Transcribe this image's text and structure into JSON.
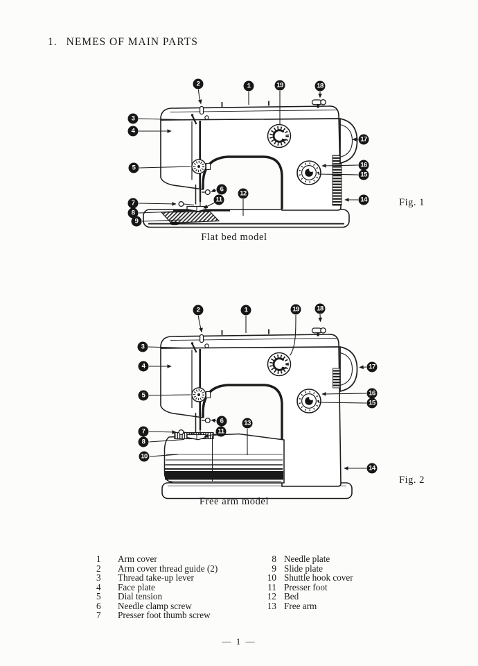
{
  "page": {
    "title_number": "1.",
    "title_text": "NEMES OF MAIN PARTS",
    "page_number": "— 1 —"
  },
  "figures": [
    {
      "label": "Fig. 1",
      "caption": "Flat bed model",
      "callouts": [
        "2",
        "1",
        "19",
        "18",
        "3",
        "4",
        "5",
        "6",
        "11",
        "12",
        "7",
        "8",
        "9",
        "17",
        "16",
        "15",
        "14"
      ]
    },
    {
      "label": "Fig. 2",
      "caption": "Free arm model",
      "callouts": [
        "2",
        "1",
        "19",
        "18",
        "3",
        "4",
        "5",
        "6",
        "11",
        "13",
        "7",
        "8",
        "10",
        "17",
        "16",
        "15",
        "14"
      ]
    }
  ],
  "parts_list": {
    "left": [
      {
        "num": "1",
        "name": "Arm cover"
      },
      {
        "num": "2",
        "name": "Arm cover thread guide (2)"
      },
      {
        "num": "3",
        "name": "Thread take-up lever"
      },
      {
        "num": "4",
        "name": "Face plate"
      },
      {
        "num": "5",
        "name": "Dial tension"
      },
      {
        "num": "6",
        "name": "Needle clamp screw"
      },
      {
        "num": "7",
        "name": "Presser foot thumb screw"
      }
    ],
    "right": [
      {
        "num": "8",
        "name": "Needle plate"
      },
      {
        "num": "9",
        "name": "Slide plate"
      },
      {
        "num": "10",
        "name": "Shuttle hook cover"
      },
      {
        "num": "11",
        "name": "Presser foot"
      },
      {
        "num": "12",
        "name": "Bed"
      },
      {
        "num": "13",
        "name": "Free arm"
      }
    ]
  }
}
